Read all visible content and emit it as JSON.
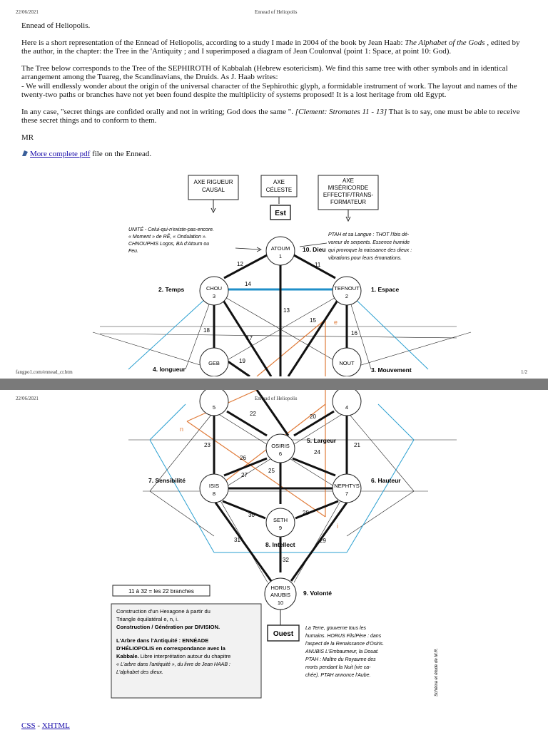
{
  "header": {
    "date": "22/06/2021",
    "title": "Ennead of Heliopolis"
  },
  "footer": {
    "url": "fangpo1.com/ennead_cr.htm",
    "page": "1/2"
  },
  "doc": {
    "heading": "Ennead of Heliopolis.",
    "p1_a": "Here is a short representation of the Ennead of Heliopolis, according to a study I made in 2004 of the book by Jean Haab: ",
    "p1_book": "The Alphabet of the Gods",
    "p1_b": " , edited by the author, in the chapter: the Tree in the 'Antiquity ; and I superimposed a diagram of Jean Coulonval (point 1: Space, at point 10: God).",
    "p2": "The Tree below corresponds to the Tree of the SEPHIROTH of Kabbalah (Hebrew esotericism). We find this same tree with other symbols and in identical arrangement among the Tuareg, the Scandinavians, the Druids. As J. Haab writes:",
    "p3": "- We will endlessly wonder about the origin of the universal character of the Sephirothic glyph, a formidable instrument of work. The layout and names of the twenty-two paths or branches have not yet been found despite the multiplicity of systems proposed! It is a lost heritage from old Egypt.",
    "p4_a": "In any case, \"secret things are confided orally and not in writing; God does the same \". ",
    "p4_quote": "[Clement: Stromates 11 - 13]",
    "p4_b": " That is to say, one must be able to receive these secret things and to conform to them.",
    "signature": "MR",
    "pdf_link": "More complete pdf",
    "pdf_after": " file on the Ennead."
  },
  "diagram": {
    "boxes": {
      "rigueur": [
        "AXE RIGUEUR",
        "CAUSAL"
      ],
      "celeste": [
        "AXE",
        "CÉLESTE"
      ],
      "misericorde": [
        "AXE",
        "MISÉRICORDE",
        "EFFECTIF/TRANS-",
        "FORMATEUR"
      ]
    },
    "est": "Est",
    "ouest": "Ouest",
    "nodes": {
      "atoum": {
        "name": "ATOUM",
        "num": "1"
      },
      "chou": {
        "name": "CHOU",
        "num": "3"
      },
      "tefnout": {
        "name": "TEFNOUT",
        "num": "2"
      },
      "geb": {
        "name": "GEB",
        "num": "5"
      },
      "nout": {
        "name": "NOUT",
        "num": "4"
      },
      "osiris": {
        "name": "OSIRIS",
        "num": "6"
      },
      "isis": {
        "name": "ISIS",
        "num": "8"
      },
      "nephtys": {
        "name": "NEPHTYS",
        "num": "7"
      },
      "seth": {
        "name": "SETH",
        "num": "9"
      },
      "horus": {
        "name": "HORUS",
        "name2": "ANUBIS",
        "num": "10"
      }
    },
    "labels": {
      "dieu": "10. Dieu",
      "temps": "2. Temps",
      "espace": "1. Espace",
      "longueur": "4. longueur",
      "mouvement": "3. Mouvement",
      "largeur": "5. Largeur",
      "sensibilite": "7. Sensibilité",
      "hauteur": "6. Hauteur",
      "intellect": "8. Intellect",
      "volonte": "9. Volonté"
    },
    "paths": [
      "11",
      "12",
      "13",
      "14",
      "15",
      "16",
      "17",
      "18",
      "19",
      "20",
      "21",
      "22",
      "23",
      "24",
      "25",
      "26",
      "27",
      "28",
      "29",
      "30",
      "31",
      "32"
    ],
    "letters": {
      "e": "e",
      "n": "n",
      "i": "i"
    },
    "unite_note": [
      "UNITÉ - Celui-qui-n'existe-pas-encore.",
      "« Moment » de RÊ, « Ondulation ».",
      "CHNOUPHIS Logos, BA d'Atoum ou",
      "Feu."
    ],
    "ptah_note": [
      "PTAH et sa Langue : THOT l'Ibis dé-",
      "voreur de serpents. Essence humide",
      "qui provoque la naissance des dieux :",
      "vibrations pour leurs émanations."
    ],
    "branches": "11 à 32 = les 22 branches",
    "construction": [
      "Construction d'un Hexagone à partir du",
      "Triangle équilatéral e, n, i."
    ],
    "construction_bold": "Construction / Génération par DIVISION.",
    "arbre_bold": [
      "L'Arbre dans l'Antiquité : ENNÉADE",
      "D'HÉLIOPOLIS en correspondance avec la",
      "Kabbale."
    ],
    "arbre_rest": [
      " Libre interprétation autour du chapitre",
      "« L'arbre dans l'antiquité », du livre de Jean HAAB :",
      "L'alphabet des dieux."
    ],
    "terre_note": [
      "La Terre, gouverne tous les",
      "humains. HORUS Fils/Père : dans",
      "l'aspect de la Renaissance d'Osiris.",
      "ANUBIS L'Embaumeur, la Douat.",
      "PTAH : Maître du Royaume des",
      "morts pendant la Nuit (vie ca-",
      "chée). PTAH annonce l'Aube."
    ],
    "credit": "Schéma et étude de M.R."
  },
  "links": {
    "css": "CSS",
    "sep": " - ",
    "xhtml": "XHTML"
  }
}
